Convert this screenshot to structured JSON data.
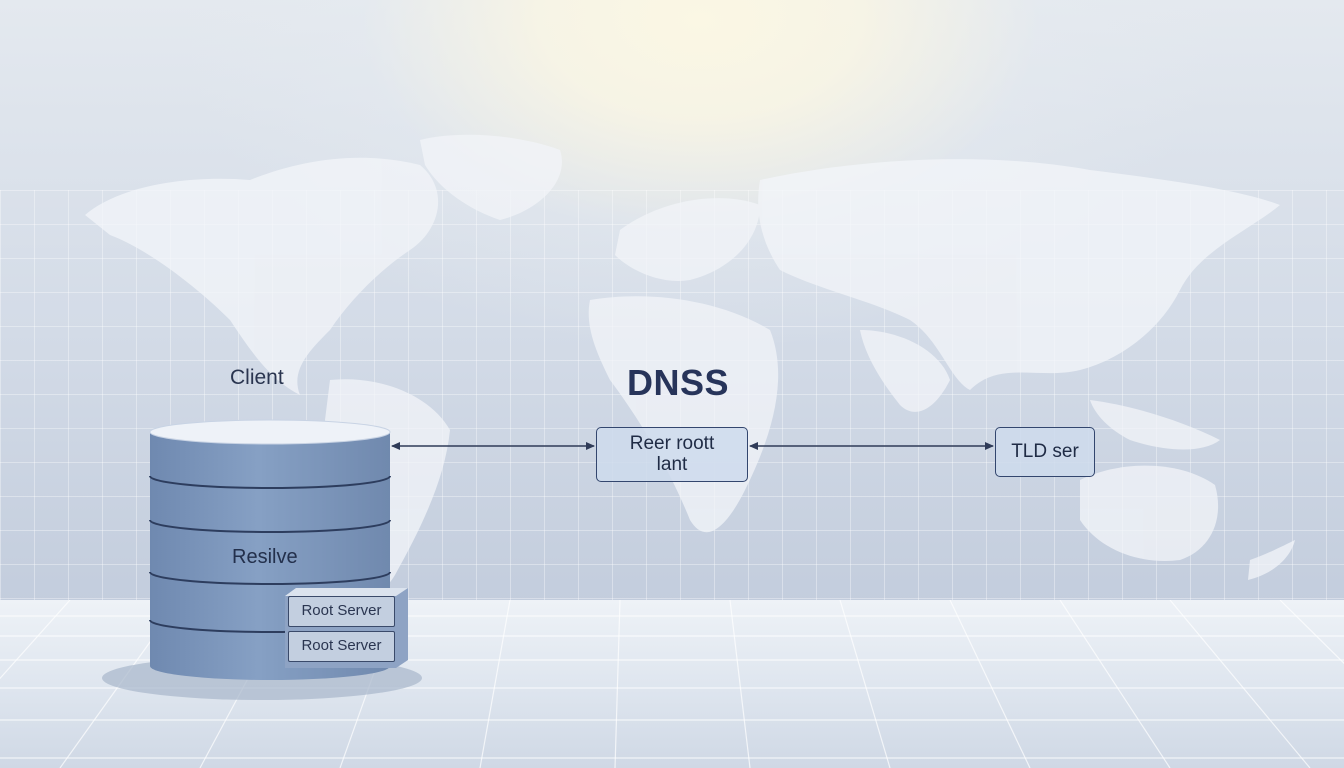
{
  "title": "DNSS",
  "client": {
    "label": "Client"
  },
  "resolver": {
    "label": "Resilve"
  },
  "nodes": {
    "root": {
      "line1": "Reer roott",
      "line2": "lant"
    },
    "tld": {
      "label": "TLD ser"
    }
  },
  "stacked_servers": [
    {
      "label": "Root Server"
    },
    {
      "label": "Root Server"
    }
  ],
  "colors": {
    "accent": "#27345a",
    "cylinder": "#7d97bd",
    "box_fill": "#cedbec",
    "arrow": "#2f3b58"
  }
}
